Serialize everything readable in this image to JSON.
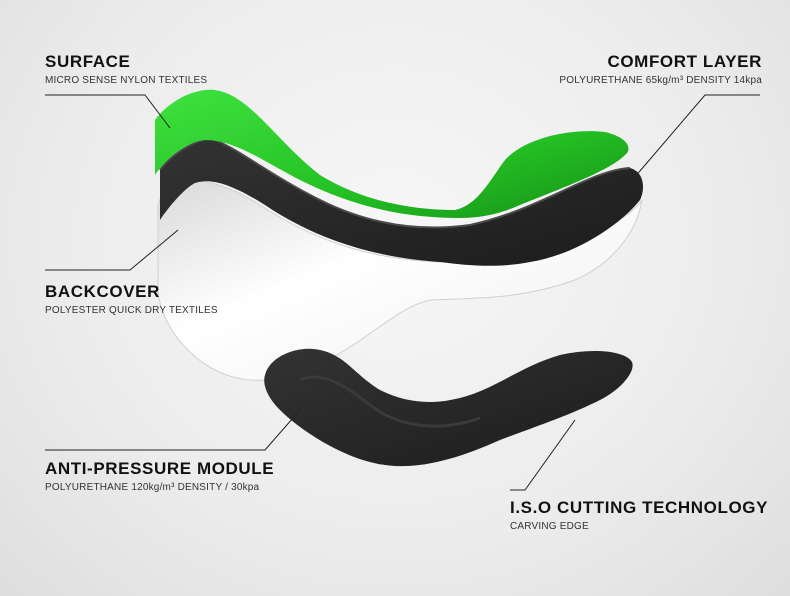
{
  "labels": {
    "surface": {
      "title": "SURFACE",
      "sub": "MICRO SENSE NYLON TEXTILES"
    },
    "comfort": {
      "title": "COMFORT LAYER",
      "sub": "POLYURETHANE 65kg/m³ DENSITY 14kpa"
    },
    "backcover": {
      "title": "BACKCOVER",
      "sub": "POLYESTER QUICK DRY TEXTILES"
    },
    "antipressure": {
      "title": "ANTI-PRESSURE MODULE",
      "sub": "POLYURETHANE 120kg/m³ DENSITY  / 30kpa"
    },
    "iso": {
      "title": "I.S.O CUTTING TECHNOLOGY",
      "sub": "CARVING EDGE"
    }
  },
  "colors": {
    "green": "#2fd42f",
    "green_dark": "#1a9a1a",
    "foam": "#2b2b2b",
    "foam_dark": "#1a1a1a",
    "backcover": "#ffffff"
  }
}
